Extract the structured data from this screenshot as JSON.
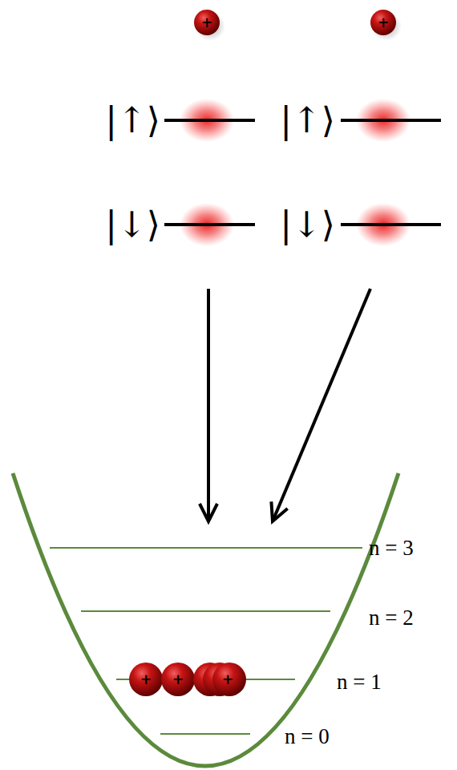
{
  "diagram": {
    "nodes": [
      {
        "text": [
          "|↑⟩",
          "|↓⟩"
        ]
      },
      {
        "text": [
          "|↑⟩",
          "|↓⟩"
        ]
      },
      {
        "text": [
          "n = 3",
          "n = 2",
          "n = 1",
          "n = 0"
        ]
      }
    ],
    "edges": [
      {
        "from": 0,
        "to": 2,
        "arrow": "to"
      },
      {
        "from": 1,
        "to": 2,
        "arrow": "to"
      }
    ],
    "labels": [
      "+",
      "+",
      "+",
      "+",
      "+"
    ]
  }
}
